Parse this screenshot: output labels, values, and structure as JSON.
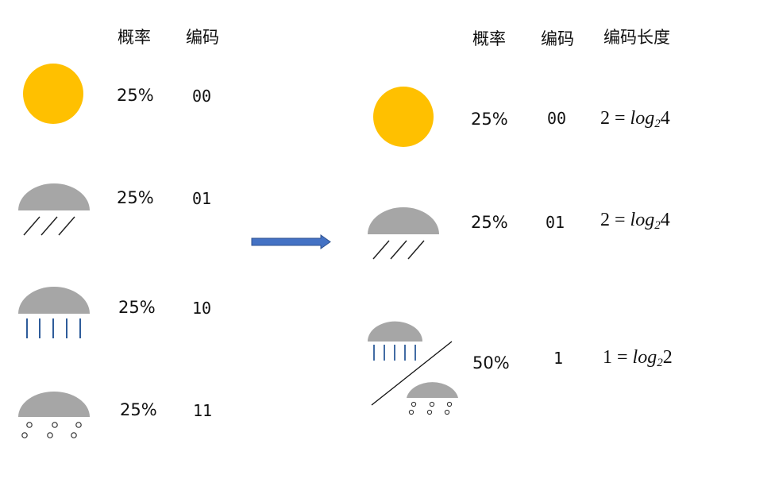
{
  "colors": {
    "sun": "#FFC000",
    "cloud": "#A6A6A6",
    "rain_lines": "#2E5C9A",
    "arrow": "#4472C4",
    "ink": "#111111"
  },
  "left_table": {
    "headers": {
      "probability": "概率",
      "code": "编码"
    },
    "rows": [
      {
        "icon": "sun-icon",
        "probability": "25%",
        "code": "00"
      },
      {
        "icon": "light-rain-icon",
        "probability": "25%",
        "code": "01"
      },
      {
        "icon": "heavy-rain-icon",
        "probability": "25%",
        "code": "10"
      },
      {
        "icon": "hail-icon",
        "probability": "25%",
        "code": "11"
      }
    ]
  },
  "arrow": {
    "icon": "right-arrow-icon"
  },
  "right_table": {
    "headers": {
      "probability": "概率",
      "code": "编码",
      "code_length": "编码长度"
    },
    "rows": [
      {
        "icon": "sun-icon",
        "probability": "25%",
        "code": "00",
        "formula": {
          "lhs": "2",
          "eq": "=",
          "log": "log",
          "base": "2",
          "arg": "4"
        }
      },
      {
        "icon": "light-rain-icon",
        "probability": "25%",
        "code": "01",
        "formula": {
          "lhs": "2",
          "eq": "=",
          "log": "log",
          "base": "2",
          "arg": "4"
        }
      },
      {
        "icon": "heavy-rain-and-hail-icon",
        "probability": "50%",
        "code": "1",
        "formula": {
          "lhs": "1",
          "eq": "=",
          "log": "log",
          "base": "2",
          "arg": "2"
        }
      }
    ]
  }
}
